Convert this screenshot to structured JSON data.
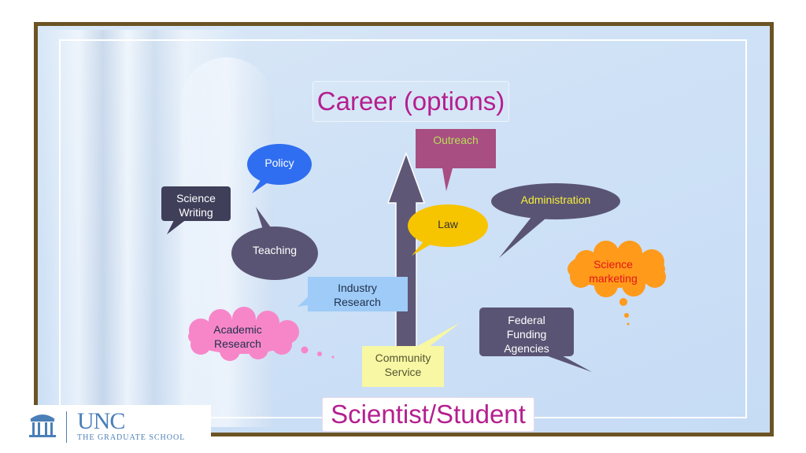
{
  "title": "Career (options)",
  "base": "Scientist/Student",
  "logo": {
    "name": "UNC",
    "subtitle": "THE GRADUATE SCHOOL"
  },
  "bubbles": {
    "outreach": "Outreach",
    "policy": "Policy",
    "science_writing": "Science Writing",
    "administration": "Administration",
    "law": "Law",
    "teaching": "Teaching",
    "science_marketing": "Science marketing",
    "industry_research": "Industry Research",
    "academic_research": "Academic Research",
    "federal_funding": "Federal Funding Agencies",
    "community_service": "Community Service"
  },
  "colors": {
    "title": "#b41f8f",
    "arrow": "#5f5776",
    "outreach": "#a84e83",
    "policy": "#2f6ef0",
    "dark_slate": "#5a5474",
    "law": "#f7c400",
    "marketing": "#ff9a1a",
    "industry": "#9ecbf7",
    "academic": "#f786c9",
    "community": "#f8f7a3",
    "frame": "#6b5324"
  }
}
